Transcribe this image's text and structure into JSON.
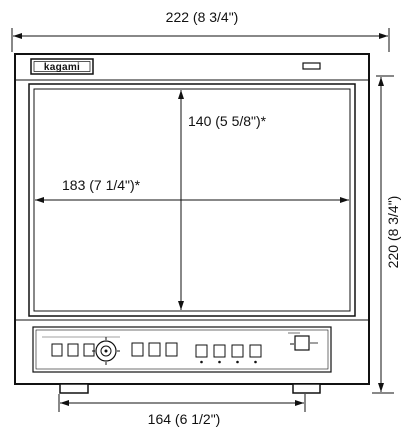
{
  "dimensions": {
    "width": "222 (8 3/4\")",
    "height": "220 (8 3/4\")",
    "screen_height": "140 (5 5/8\")*",
    "screen_width": "183 (7 1/4\")*",
    "base_width": "164 (6 1/2\")"
  },
  "logo": "kagami"
}
